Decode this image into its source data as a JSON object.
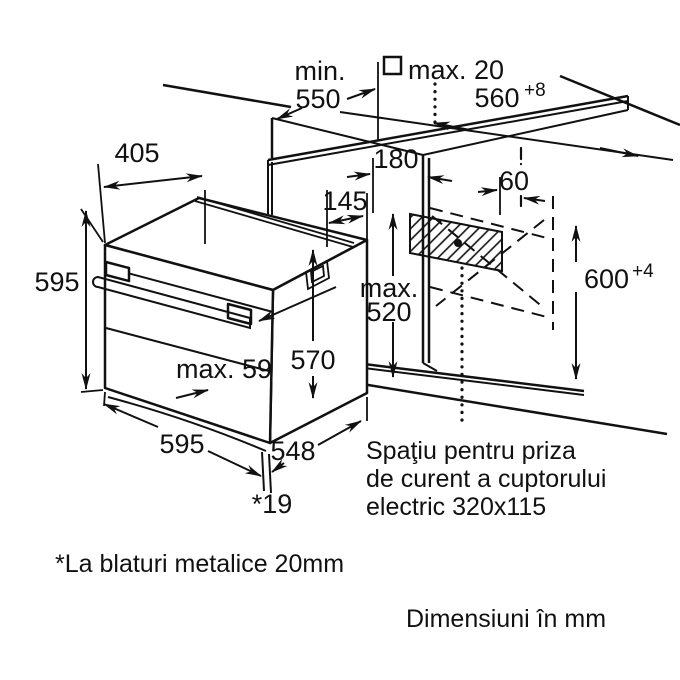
{
  "diagram": {
    "title_semantic": "oven-installation-dimensions",
    "colors": {
      "line": "#111111",
      "background": "#ffffff"
    },
    "dims": {
      "min_label": "min.",
      "min_value": "550",
      "max20": "max. 20",
      "niche_width": "560",
      "niche_width_sup": "+8",
      "top_depth": "405",
      "back_gap": "180",
      "side_offset": "145",
      "socket_side_gap": "60",
      "oven_height": "595",
      "max520_label": "max.",
      "max520_value": "520",
      "niche_height": "600",
      "niche_height_sup": "+4",
      "body_height": "570",
      "handle_depth": "max. 59",
      "oven_width": "595",
      "body_width": "548",
      "front_overhang": "*19"
    },
    "notes": {
      "socket_line1": "Spaţiu pentru priza",
      "socket_line2": "de curent a cuptorului",
      "socket_line3": "electric 320x115",
      "metal_note": "*La blaturi metalice 20mm",
      "units_note": "Dimensiuni în mm"
    }
  }
}
